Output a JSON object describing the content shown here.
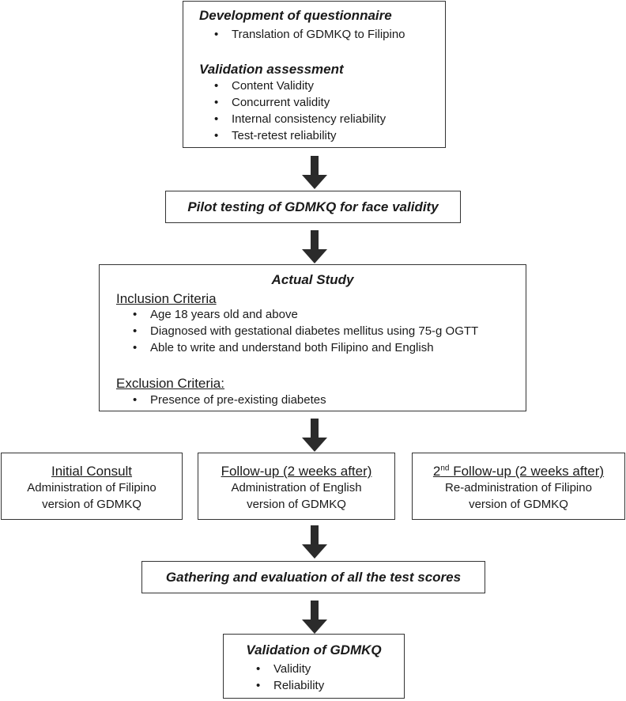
{
  "colors": {
    "border": "#333333",
    "arrow": "#2b2b2b",
    "text": "#1a1a1a"
  },
  "bullet_glyph": "•",
  "box1": {
    "heading1": "Development of questionnaire",
    "items1": [
      "Translation of GDMKQ to Filipino"
    ],
    "heading2": "Validation assessment",
    "items2": [
      "Content Validity",
      "Concurrent validity",
      "Internal consistency reliability",
      "Test-retest reliability"
    ]
  },
  "box2": {
    "title": "Pilot testing of GDMKQ for face validity"
  },
  "box3": {
    "title": "Actual Study",
    "inclusion_heading": "Inclusion Criteria",
    "inclusion_items": [
      "Age 18 years old and above",
      "Diagnosed with gestational diabetes mellitus using 75-g OGTT",
      "Able to write and understand both Filipino and English"
    ],
    "exclusion_heading": "Exclusion Criteria:",
    "exclusion_items": [
      "Presence of pre-existing diabetes"
    ]
  },
  "box4": {
    "heading": "Initial Consult",
    "line1": "Administration of Filipino",
    "line2": "version of GDMKQ"
  },
  "box5": {
    "heading": "Follow-up (2 weeks after)",
    "line1": "Administration of English",
    "line2": "version of GDMKQ"
  },
  "box6": {
    "heading_num": "2",
    "heading_sup": "nd",
    "heading_rest": " Follow-up (2 weeks after)",
    "line1": "Re-administration of Filipino",
    "line2": "version of GDMKQ"
  },
  "box7": {
    "title": "Gathering and evaluation of all the test scores"
  },
  "box8": {
    "title": "Validation of GDMKQ",
    "items": [
      "Validity",
      "Reliability"
    ]
  }
}
